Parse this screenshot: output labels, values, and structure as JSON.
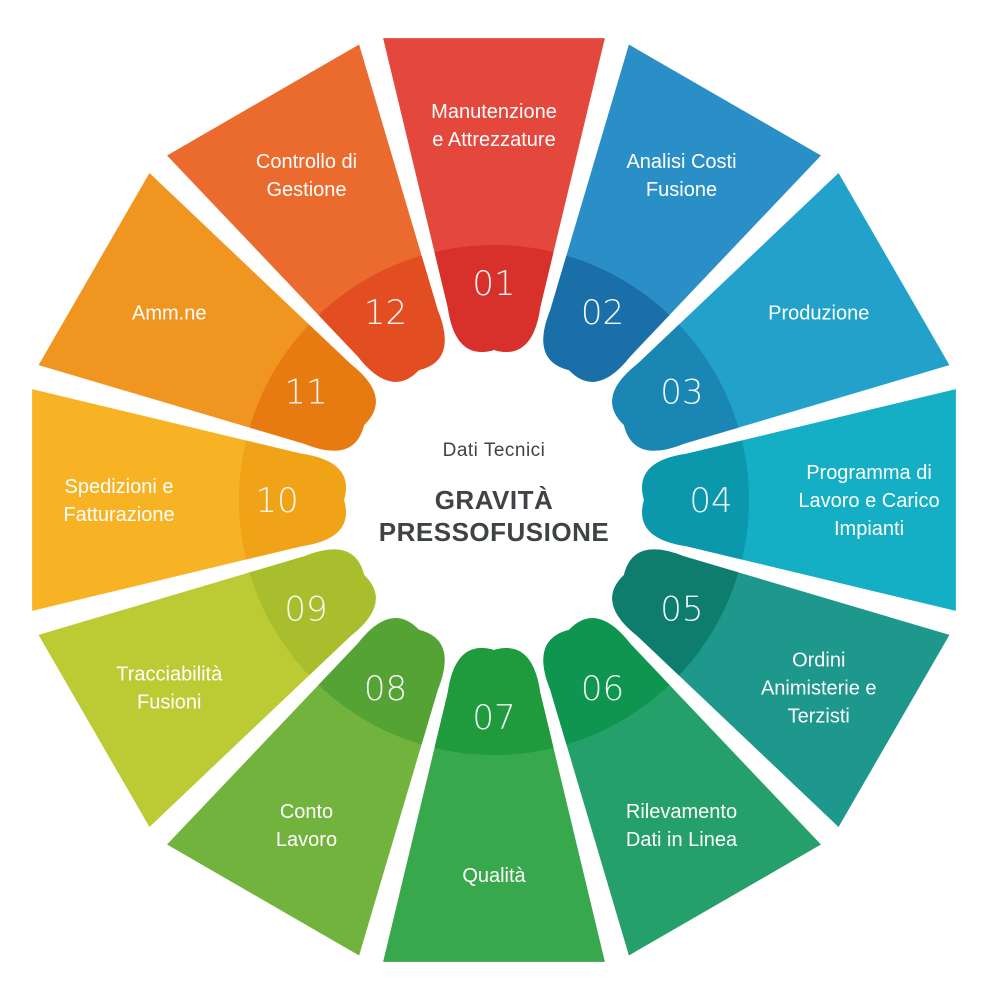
{
  "center": {
    "subtitle": "Dati Tecnici",
    "title_lines": [
      "GRAVITÀ",
      "PRESSOFUSIONE"
    ]
  },
  "segments": [
    {
      "number": "01",
      "label_lines": [
        "Manutenzione",
        "e Attrezzature"
      ],
      "color": "#E4473C",
      "dark": "#D8302A"
    },
    {
      "number": "02",
      "label_lines": [
        "Analisi Costi",
        "Fusione"
      ],
      "color": "#2B8FC7",
      "dark": "#1A6FA8"
    },
    {
      "number": "03",
      "label_lines": [
        "Produzione"
      ],
      "color": "#22A2CB",
      "dark": "#1A86B3"
    },
    {
      "number": "04",
      "label_lines": [
        "Programma di",
        "Lavoro e Carico",
        "Impianti"
      ],
      "color": "#14AEC5",
      "dark": "#0B98AD"
    },
    {
      "number": "05",
      "label_lines": [
        "Ordini",
        "Animisterie e",
        "Terzisti"
      ],
      "color": "#1E978C",
      "dark": "#0F7D6E"
    },
    {
      "number": "06",
      "label_lines": [
        "Rilevamento",
        "Dati in Linea"
      ],
      "color": "#26A06A",
      "dark": "#0E9550"
    },
    {
      "number": "07",
      "label_lines": [
        "Qualità"
      ],
      "color": "#37A84B",
      "dark": "#1F9A3D"
    },
    {
      "number": "08",
      "label_lines": [
        "Conto",
        "Lavoro"
      ],
      "color": "#72B33E",
      "dark": "#55A235"
    },
    {
      "number": "09",
      "label_lines": [
        "Tracciabilità",
        "Fusioni"
      ],
      "color": "#BCCB33",
      "dark": "#A9BE2D"
    },
    {
      "number": "10",
      "label_lines": [
        "Spedizioni e",
        "Fatturazione"
      ],
      "color": "#F7B324",
      "dark": "#F0A316"
    },
    {
      "number": "11",
      "label_lines": [
        "Amm.ne"
      ],
      "color": "#F0951F",
      "dark": "#E87A12"
    },
    {
      "number": "12",
      "label_lines": [
        "Controllo di",
        "Gestione"
      ],
      "color": "#EB6A2E",
      "dark": "#E24E22"
    }
  ]
}
